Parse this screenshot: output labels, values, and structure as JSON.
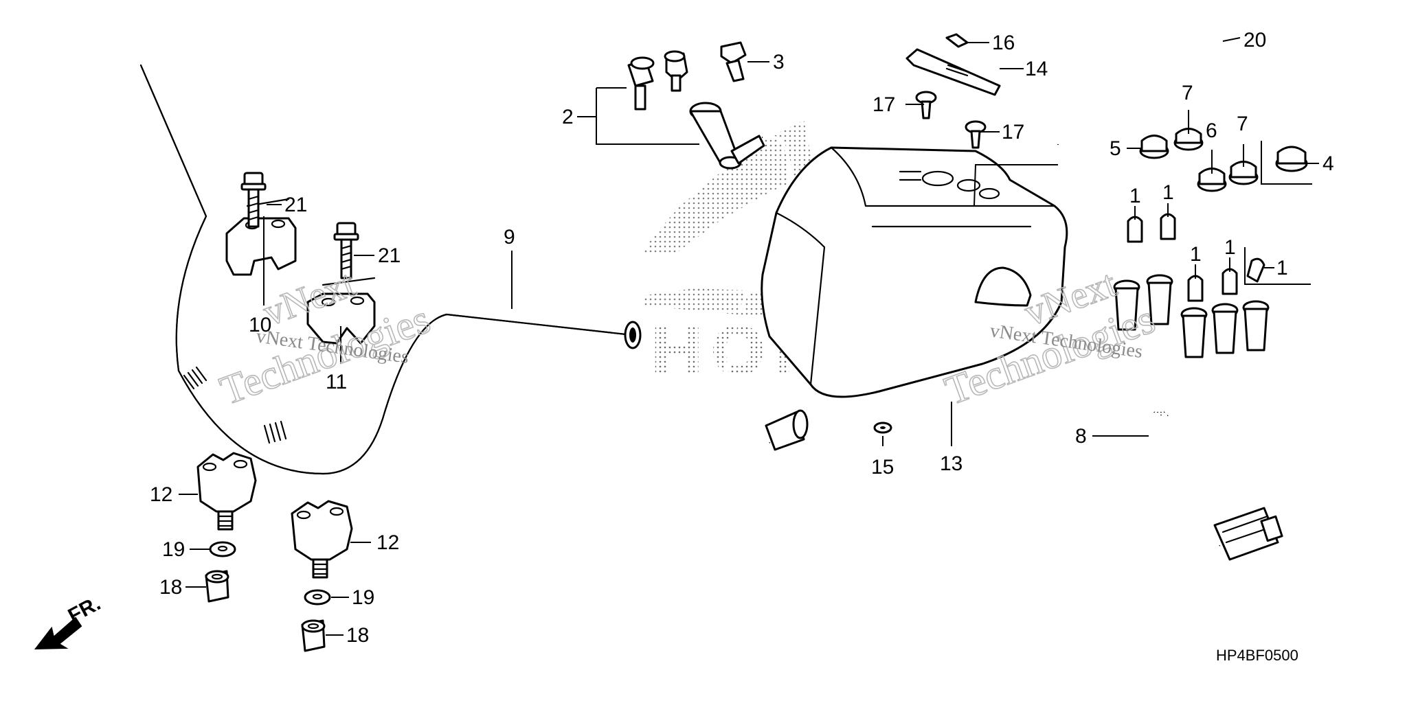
{
  "callouts": {
    "c1a": "1",
    "c1b": "1",
    "c1c": "1",
    "c1d": "1",
    "c1e": "1",
    "c2": "2",
    "c3": "3",
    "c4": "4",
    "c5": "5",
    "c6": "6",
    "c7a": "7",
    "c7b": "7",
    "c8": "8",
    "c9": "9",
    "c10": "10",
    "c11": "11",
    "c12a": "12",
    "c12b": "12",
    "c13": "13",
    "c14": "14",
    "c15": "15",
    "c16": "16",
    "c17a": "17",
    "c17b": "17",
    "c18a": "18",
    "c18b": "18",
    "c19a": "19",
    "c19b": "19",
    "c20": "20",
    "c21a": "21",
    "c21b": "21"
  },
  "front_marker": "FR.",
  "diagram_code": "HP4BF0500",
  "watermark": {
    "left_line1": "vNext",
    "left_line2": "Technologies",
    "left_overlay": "vNext Technologies",
    "right_line1": "vNext",
    "right_line2": "Technologies",
    "right_overlay": "vNext Technologies",
    "brand": "HONDA"
  },
  "colors": {
    "ink": "#000000",
    "paper": "#ffffff",
    "watermark": "#b8b8b8",
    "stipple": "#6a6a6a"
  }
}
